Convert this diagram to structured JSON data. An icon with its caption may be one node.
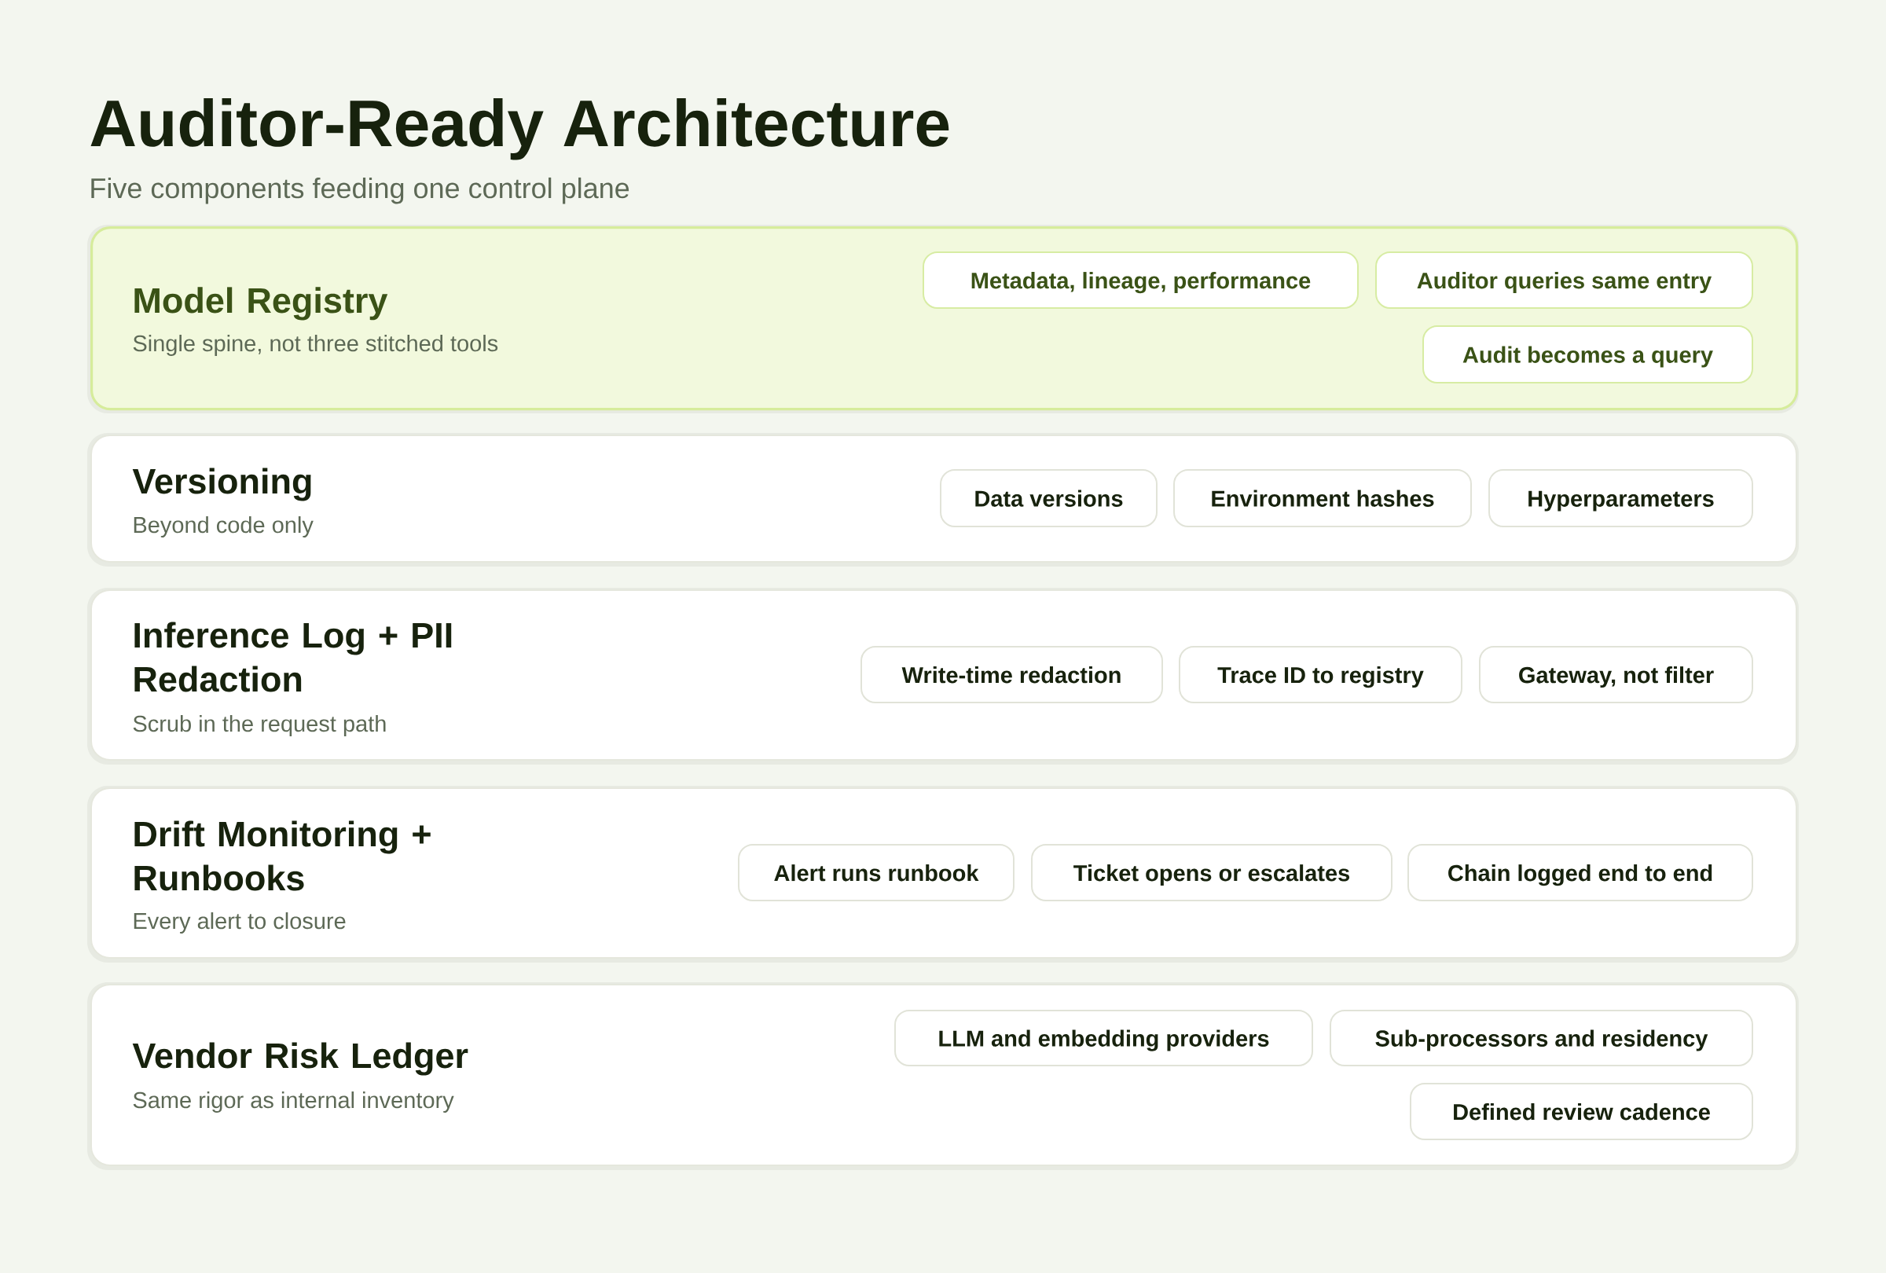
{
  "diagram": {
    "title": "Auditor-Ready Architecture",
    "nodes": [
      {
        "text": [
          "Model Registry",
          "Single spine, not three stitched tools"
        ]
      },
      {
        "text": [
          "Metadata, lineage, performance"
        ],
        "in": 0
      },
      {
        "text": [
          "Auditor queries same entry"
        ],
        "in": 0
      },
      {
        "text": [
          "Audit becomes a query"
        ],
        "in": 0
      },
      {
        "text": [
          "Versioning",
          "Beyond code only"
        ]
      },
      {
        "text": [
          "Data versions"
        ],
        "in": 4
      },
      {
        "text": [
          "Environment hashes"
        ],
        "in": 4
      },
      {
        "text": [
          "Hyperparameters"
        ],
        "in": 4
      },
      {
        "text": [
          "Inference Log + PII Redaction",
          "Scrub in the request path"
        ]
      },
      {
        "text": [
          "Write-time redaction"
        ],
        "in": 8
      },
      {
        "text": [
          "Trace ID to registry"
        ],
        "in": 8
      },
      {
        "text": [
          "Gateway, not filter"
        ],
        "in": 8
      },
      {
        "text": [
          "Drift Monitoring + Runbooks",
          "Every alert to closure"
        ]
      },
      {
        "text": [
          "Alert runs runbook"
        ],
        "in": 12
      },
      {
        "text": [
          "Ticket opens or escalates"
        ],
        "in": 12
      },
      {
        "text": [
          "Chain logged end to end"
        ],
        "in": 12
      },
      {
        "text": [
          "Vendor Risk Ledger",
          "Same rigor as internal inventory"
        ]
      },
      {
        "text": [
          "LLM and embedding providers"
        ],
        "in": 16
      },
      {
        "text": [
          "Sub-processors and residency"
        ],
        "in": 16
      },
      {
        "text": [
          "Defined review cadence"
        ],
        "in": 16
      }
    ],
    "labels": [
      "Five components feeding one control plane"
    ]
  }
}
